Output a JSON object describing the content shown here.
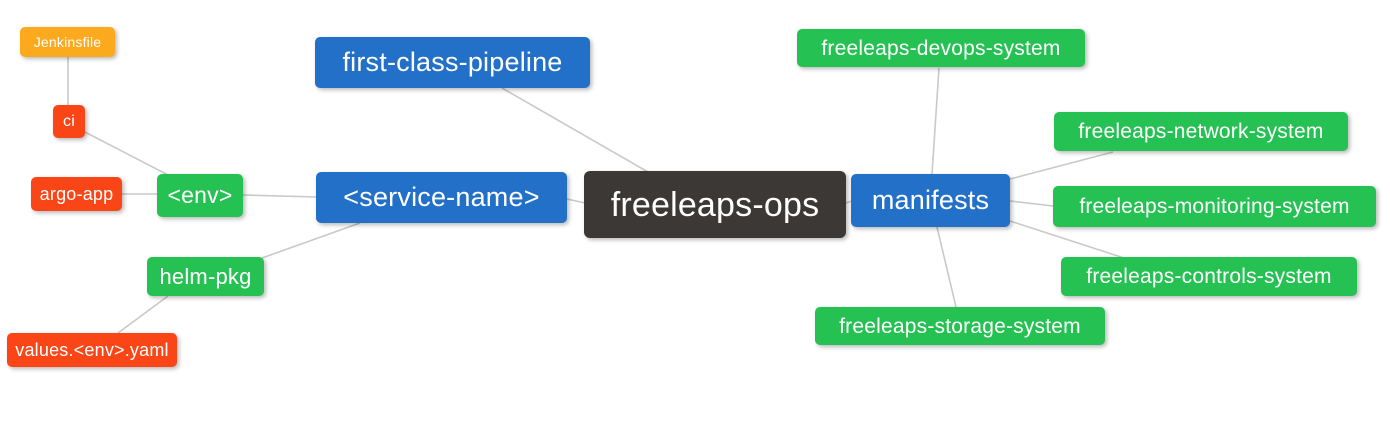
{
  "diagram": {
    "type": "mindmap",
    "root_label": "freeleaps-ops",
    "colors": {
      "blue": "#2270c8",
      "green": "#26c153",
      "red": "#fa4616",
      "orange": "#fba91d",
      "dark": "#3b3835",
      "text": "#ffffff",
      "link": "#c9c9c9"
    },
    "nodes": [
      {
        "id": "jenkinsfile",
        "label": "Jenkinsfile",
        "color": "orange"
      },
      {
        "id": "ci",
        "label": "ci",
        "color": "red"
      },
      {
        "id": "argo-app",
        "label": "argo-app",
        "color": "red"
      },
      {
        "id": "env",
        "label": "<env>",
        "color": "green"
      },
      {
        "id": "helm-pkg",
        "label": "helm-pkg",
        "color": "green"
      },
      {
        "id": "values-env-yaml",
        "label": "values.<env>.yaml",
        "color": "red"
      },
      {
        "id": "first-class-pipeline",
        "label": "first-class-pipeline",
        "color": "blue"
      },
      {
        "id": "service-name",
        "label": "<service-name>",
        "color": "blue"
      },
      {
        "id": "freeleaps-ops",
        "label": "freeleaps-ops",
        "color": "dark"
      },
      {
        "id": "manifests",
        "label": "manifests",
        "color": "blue"
      },
      {
        "id": "freeleaps-devops-system",
        "label": "freeleaps-devops-system",
        "color": "green"
      },
      {
        "id": "freeleaps-network-system",
        "label": "freeleaps-network-system",
        "color": "green"
      },
      {
        "id": "freeleaps-monitoring-system",
        "label": "freeleaps-monitoring-system",
        "color": "green"
      },
      {
        "id": "freeleaps-controls-system",
        "label": "freeleaps-controls-system",
        "color": "green"
      },
      {
        "id": "freeleaps-storage-system",
        "label": "freeleaps-storage-system",
        "color": "green"
      }
    ],
    "edges": [
      {
        "from": "Jenkinsfile",
        "to": "ci"
      },
      {
        "from": "ci",
        "to": "<env>"
      },
      {
        "from": "argo-app",
        "to": "<env>"
      },
      {
        "from": "<env>",
        "to": "<service-name>"
      },
      {
        "from": "helm-pkg",
        "to": "<service-name>"
      },
      {
        "from": "values.<env>.yaml",
        "to": "helm-pkg"
      },
      {
        "from": "first-class-pipeline",
        "to": "freeleaps-ops"
      },
      {
        "from": "<service-name>",
        "to": "freeleaps-ops"
      },
      {
        "from": "freeleaps-ops",
        "to": "manifests"
      },
      {
        "from": "manifests",
        "to": "freeleaps-devops-system"
      },
      {
        "from": "manifests",
        "to": "freeleaps-network-system"
      },
      {
        "from": "manifests",
        "to": "freeleaps-monitoring-system"
      },
      {
        "from": "manifests",
        "to": "freeleaps-controls-system"
      },
      {
        "from": "manifests",
        "to": "freeleaps-storage-system"
      }
    ]
  }
}
